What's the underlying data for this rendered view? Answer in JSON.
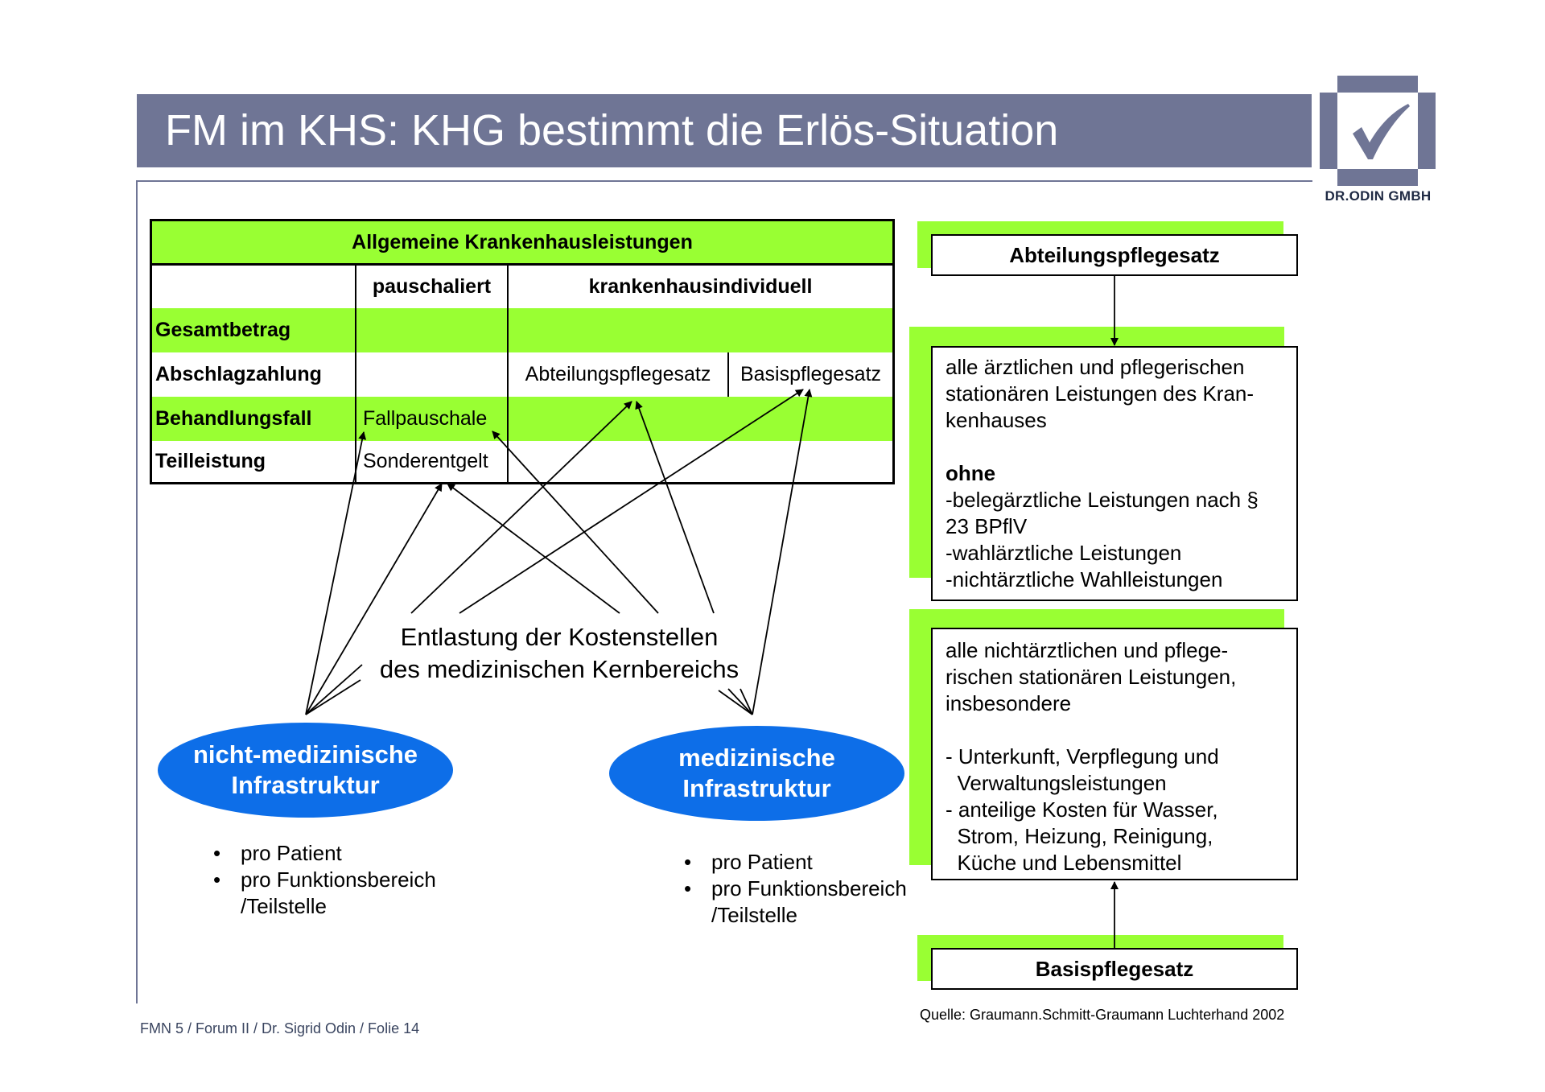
{
  "slide": {
    "title": "FM im KHS: KHG bestimmt die Erlös-Situation",
    "logo_text": "DR.ODIN GMBH",
    "logo_icon": "checkmark-in-square-icon",
    "footer": "FMN 5 / Forum II / Dr. Sigrid Odin / Folie 14",
    "source": "Quelle: Graumann.Schmitt-Graumann Luchterhand 2002"
  },
  "colors": {
    "title_bar": "#6f7595",
    "highlight_green": "#99ff33",
    "ellipse_blue": "#0d6ee8"
  },
  "table": {
    "header": "Allgemeine Krankenhausleistungen",
    "columns": [
      "",
      "pauschaliert",
      "krankenhausindividuell"
    ],
    "rows": [
      {
        "label": "Gesamtbetrag",
        "pauschaliert": "",
        "individuell_a": "",
        "individuell_b": ""
      },
      {
        "label": "Abschlagzahlung",
        "pauschaliert": "",
        "individuell_a": "Abteilungspflegesatz",
        "individuell_b": "Basispflegesatz"
      },
      {
        "label": "Behandlungsfall",
        "pauschaliert": "Fallpauschale",
        "individuell_a": "",
        "individuell_b": ""
      },
      {
        "label": "Teilleistung",
        "pauschaliert": "Sonderentgelt",
        "individuell_a": "",
        "individuell_b": ""
      }
    ]
  },
  "center_label": {
    "line1": "Entlastung der Kostenstellen",
    "line2": "des medizinischen Kernbereichs"
  },
  "left_node": {
    "line1": "nicht-medizinische",
    "line2": "Infrastruktur",
    "bullets": [
      "pro Patient",
      "pro Funktionsbereich",
      "/Teilstelle"
    ]
  },
  "right_node": {
    "line1": "medizinische",
    "line2": "Infrastruktur",
    "bullets": [
      "pro Patient",
      "pro Funktionsbereich",
      "/Teilstelle"
    ]
  },
  "bullet_char": "•",
  "right_panel": {
    "top_title": "Abteilungspflegesatz",
    "top_desc": {
      "lines": [
        "alle ärztlichen und pflegerischen",
        "stationären Leistungen des Kran-",
        "kenhauses"
      ],
      "ohne_label": "ohne",
      "ohne_items": [
        "-belegärztliche Leistungen nach §",
        "23 BPflV",
        "-wahlärztliche Leistungen",
        "-nichtärztliche Wahlleistungen"
      ]
    },
    "bottom_desc": {
      "lines": [
        "alle nichtärztlichen und pflege-",
        "rischen stationären Leistungen,",
        "insbesondere"
      ],
      "items": [
        "- Unterkunft, Verpflegung und",
        "  Verwaltungsleistungen",
        "- anteilige Kosten für Wasser,",
        "  Strom, Heizung, Reinigung,",
        "  Küche und Lebensmittel"
      ]
    },
    "bottom_title": "Basispflegesatz"
  }
}
